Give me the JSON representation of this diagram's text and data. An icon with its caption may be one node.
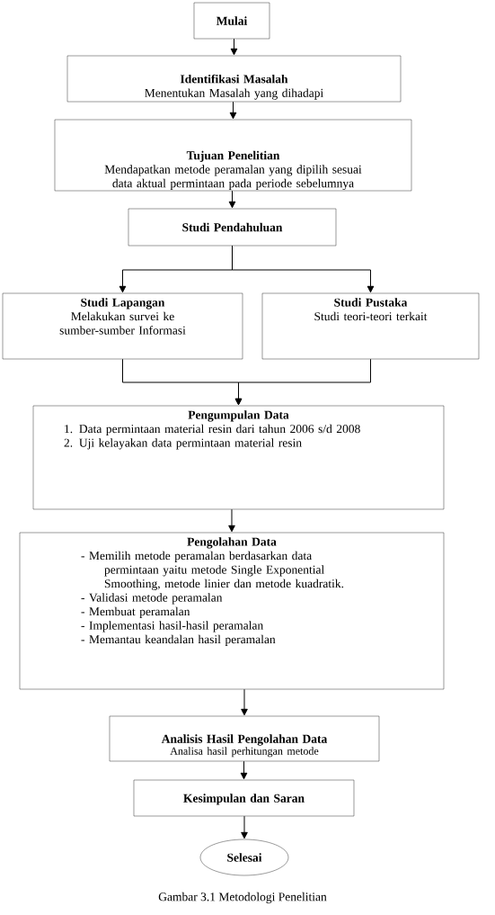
{
  "diagram": {
    "caption": "Gambar 3.1 Metodologi Penelitian",
    "nodes": [
      {
        "text": [
          "Mulai"
        ]
      },
      {
        "text": [
          "Identifikasi Masalah",
          "Menentukan Masalah yang dihadapi"
        ]
      },
      {
        "text": [
          "Tujuan Penelitian",
          "Mendapatkan metode peramalan yang dipilih sesuai data aktual permintaan pada periode sebelumnya"
        ]
      },
      {
        "text": [
          "Studi Pendahuluan"
        ]
      },
      {
        "text": [
          "Studi Lapangan",
          "Melakukan survei ke sumber-sumber Informasi"
        ]
      },
      {
        "text": [
          "Studi Pustaka",
          "Studi teori-teori terkait"
        ]
      },
      {
        "text": [
          "Pengumpulan Data",
          "1. Data permintaan material resin dari tahun 2006 s/d 2008",
          "2. Uji kelayakan data permintaan material resin"
        ]
      },
      {
        "text": [
          "Pengolahan Data",
          "- Memilih metode peramalan berdasarkan data permintaan yaitu metode Single Exponential Smoothing, metode linier dan metode kuadratik.",
          "- Validasi metode peramalan",
          "- Membuat peramalan",
          "- Implementasi hasil-hasil peramalan",
          "- Memantau keandalan hasil peramalan"
        ]
      },
      {
        "text": [
          "Analisis Hasil Pengolahan Data",
          "Analisa hasil perhitungan metode"
        ]
      },
      {
        "text": [
          "Kesimpulan dan Saran"
        ]
      },
      {
        "text": [
          "Selesai"
        ]
      }
    ],
    "edges": [
      {
        "from": 0,
        "to": 1,
        "arrow": "to"
      },
      {
        "from": 1,
        "to": 2,
        "arrow": "to"
      },
      {
        "from": 2,
        "to": 3,
        "arrow": "to"
      },
      {
        "from": 3,
        "to": 4,
        "arrow": "to"
      },
      {
        "from": 3,
        "to": 5,
        "arrow": "to"
      },
      {
        "from": 4,
        "to": 6,
        "arrow": "to"
      },
      {
        "from": 5,
        "to": 6,
        "arrow": "to"
      },
      {
        "from": 6,
        "to": 7,
        "arrow": "to"
      },
      {
        "from": 7,
        "to": 8,
        "arrow": "to"
      },
      {
        "from": 8,
        "to": 9,
        "arrow": "to"
      },
      {
        "from": 9,
        "to": 10,
        "arrow": "to"
      }
    ]
  }
}
